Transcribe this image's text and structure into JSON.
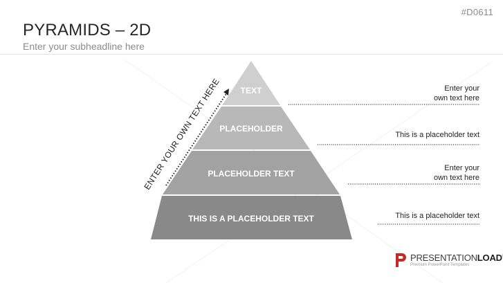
{
  "slide_code": "#D0611",
  "title": "PYRAMIDS – 2D",
  "subtitle": "Enter your subheadline here",
  "diagram": {
    "vertical_label": "ENTER YOUR OWN TEXT HERE",
    "levels": [
      {
        "label": "TEXT",
        "fill": "#cfcfcf"
      },
      {
        "label": "PLACEHOLDER",
        "fill": "#b8b8b8"
      },
      {
        "label": "PLACEHOLDER TEXT",
        "fill": "#a2a2a2"
      },
      {
        "label": "THIS IS A PLACEHOLDER TEXT",
        "fill": "#898989"
      }
    ]
  },
  "side_texts": [
    {
      "lines": [
        "Enter your",
        "own text here"
      ]
    },
    {
      "lines": [
        "This is a placeholder text"
      ]
    },
    {
      "lines": [
        "Enter your",
        "own text here"
      ]
    },
    {
      "lines": [
        "This is a placeholder text"
      ]
    }
  ],
  "logo": {
    "name_part1": "PRESENTATION",
    "name_part2": "LOAD",
    "trademark": "®",
    "tagline": "Premium PowerPoint Templates",
    "mark_color": "#c62828"
  }
}
